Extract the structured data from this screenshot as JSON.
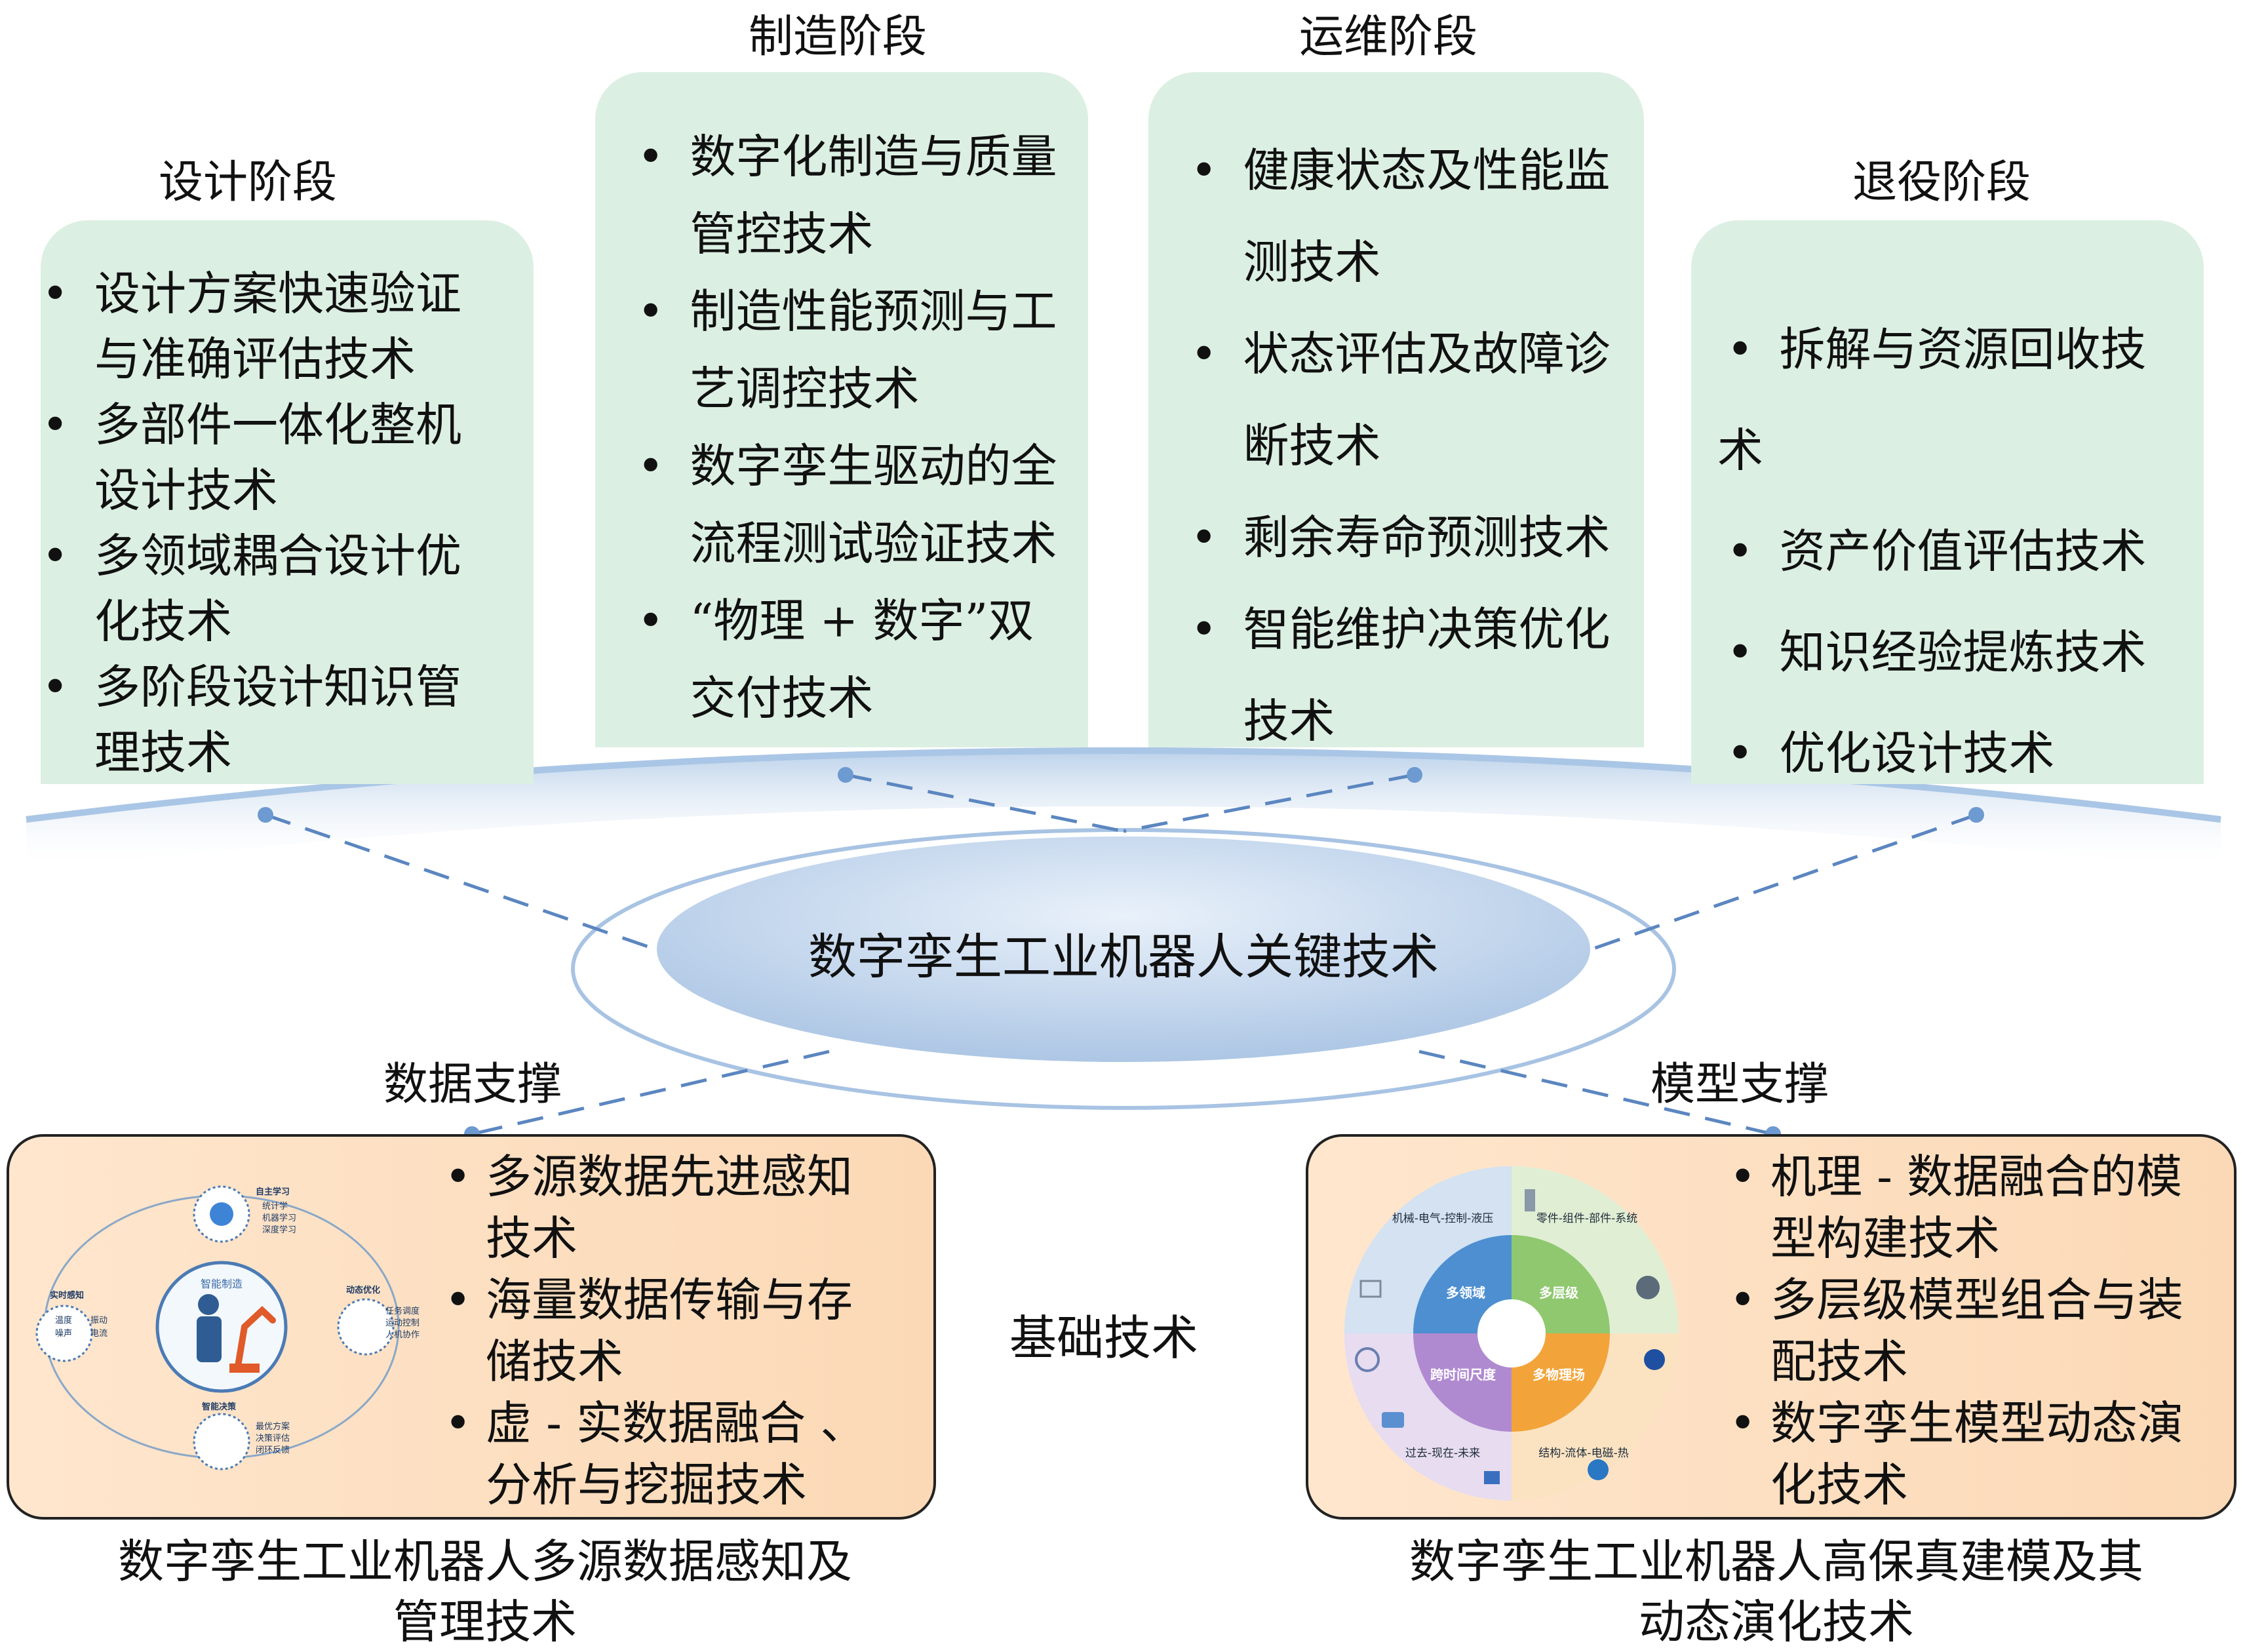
{
  "center": {
    "title": "数字孪生工业机器人关键技术"
  },
  "stages": [
    {
      "title": "设计阶段",
      "items": [
        "设计方案快速验证与准确评估技术",
        "多部件一体化整机设计技术",
        "多领域耦合设计优化技术",
        "多阶段设计知识管理技术"
      ]
    },
    {
      "title": "制造阶段",
      "items": [
        "数字化制造与质量管控技术",
        "制造性能预测与工艺调控技术",
        "数字孪生驱动的全流程测试验证技术",
        "“物理 + 数字”双交付技术"
      ]
    },
    {
      "title": "运维阶段",
      "items": [
        "健康状态及性能监测技术",
        "状态评估及故障诊断技术",
        "剩余寿命预测技术",
        "智能维护决策优化技术"
      ]
    },
    {
      "title": "退役阶段",
      "items": [
        "拆解与资源回收技术",
        "资产价值评估技术",
        "知识经验提炼技术",
        "优化设计技术"
      ]
    }
  ],
  "foundation": {
    "label": "基础技术",
    "data_support": {
      "label": "数据支撑",
      "items": [
        "多源数据先进感知技术",
        "海量数据传输与存储技术",
        "虚 - 实数据融合    、分析与挖掘技术"
      ],
      "caption": "数字孪生工业机器人多源数据感知及管理技术",
      "figure": {
        "center_label": "智能制造",
        "nodes": [
          {
            "title": "自主学习",
            "lines": [
              "统计学",
              "机器学习",
              "深度学习"
            ]
          },
          {
            "title": "动态优化",
            "lines": [
              "任务调度",
              "运动控制",
              "人机协作"
            ]
          },
          {
            "title": "智能决策",
            "lines": [
              "最优方案",
              "决策评估",
              "闭环反馈"
            ]
          },
          {
            "title": "实时感知",
            "lines": [
              "温度",
              "振动",
              "噪声",
              "电流"
            ]
          }
        ]
      }
    },
    "model_support": {
      "label": "模型支撑",
      "items": [
        "机理 - 数据融合的模型构建技术",
        "多层级模型组合与装配技术",
        "数字孪生模型动态演化技术"
      ],
      "caption": "数字孪生工业机器人高保真建模及其动态演化技术",
      "figure": {
        "quadrants": [
          {
            "name": "多领域",
            "ring": "机械-电气-控制-液压",
            "color": "#4d8fd1"
          },
          {
            "name": "多层级",
            "ring": "零件-组件-部件-系统",
            "color": "#8fc86e"
          },
          {
            "name": "多物理场",
            "ring": "结构-流体-电磁-热",
            "color": "#f2a43a"
          },
          {
            "name": "跨时间尺度",
            "ring": "过去-现在-未来",
            "color": "#b08ad0"
          }
        ]
      }
    }
  },
  "colors": {
    "card_fill": "#dcefe3",
    "foundation_fill": "#fbd9b6",
    "ellipse_fill": "#b8d0ea",
    "connector": "#5b86c0"
  }
}
